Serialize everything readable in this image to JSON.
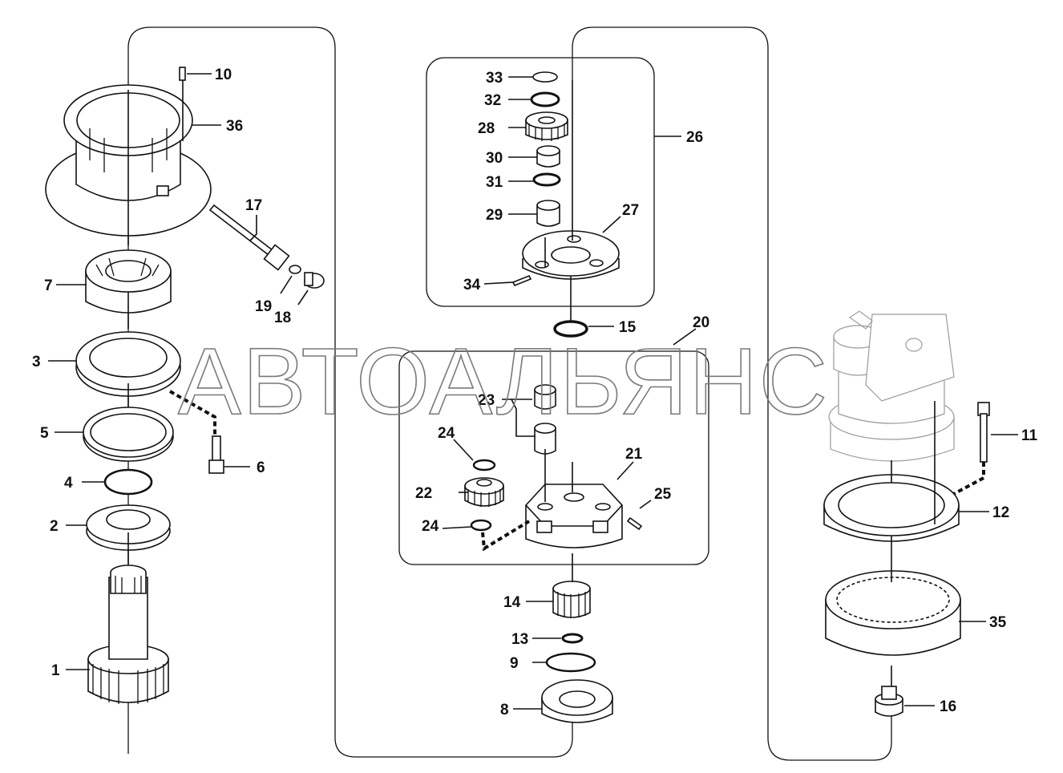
{
  "watermark": "АВТОАЛЬЯНС",
  "callouts": [
    "1",
    "2",
    "3",
    "4",
    "5",
    "6",
    "7",
    "8",
    "9",
    "10",
    "11",
    "12",
    "13",
    "14",
    "15",
    "16",
    "17",
    "18",
    "19",
    "20",
    "21",
    "22",
    "23",
    "24",
    "24",
    "25",
    "26",
    "27",
    "28",
    "29",
    "30",
    "31",
    "32",
    "33",
    "34",
    "35",
    "36"
  ]
}
